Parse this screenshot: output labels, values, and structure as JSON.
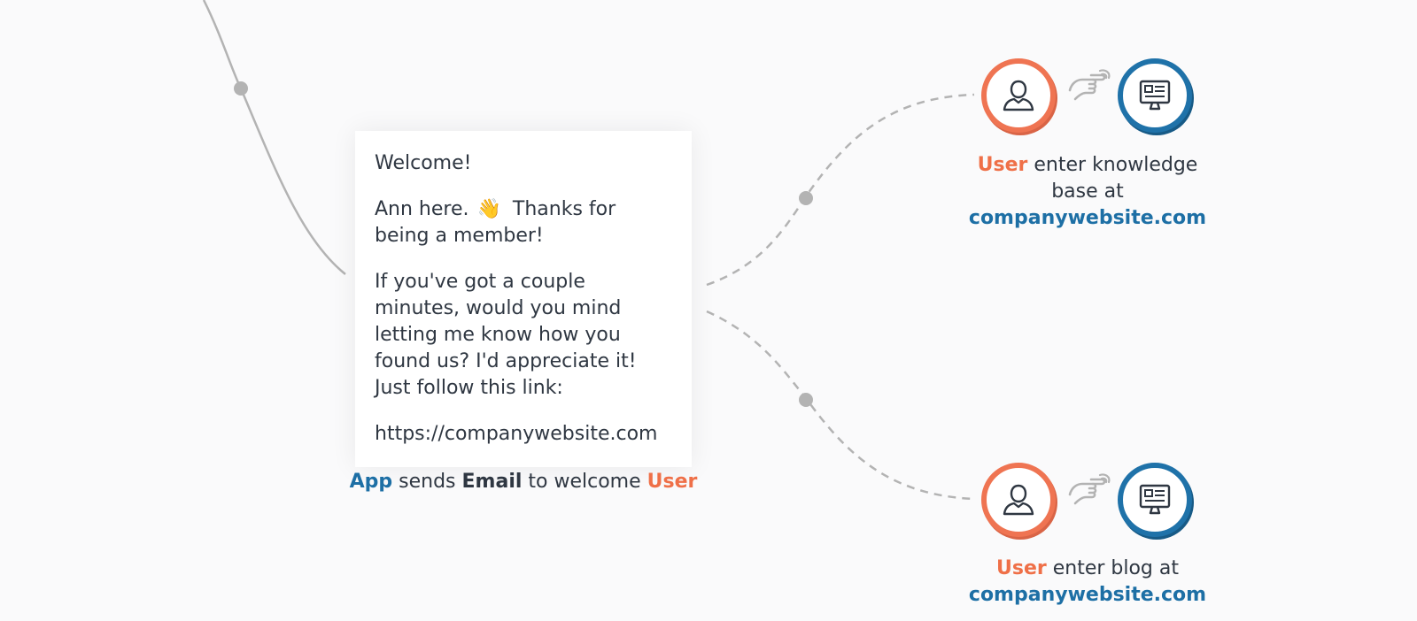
{
  "email": {
    "greeting": "Welcome!",
    "line1_pre": "Ann here.",
    "emoji": "👋",
    "line1_post": "Thanks for being a member!",
    "body": "If you've got a couple minutes, would you mind letting me know how you found us? I'd appreciate it! Just follow this link:",
    "link": "https://companywebsite.com"
  },
  "email_caption": {
    "actor": "App",
    "verb": "sends",
    "object": "Email",
    "rest": "to welcome",
    "target": "User"
  },
  "steps": [
    {
      "actor": "User",
      "action": "enter knowledge base at",
      "site": "companywebsite.com",
      "user_icon": "user-icon",
      "action_icon": "tap-hand-icon",
      "site_icon": "monitor-icon"
    },
    {
      "actor": "User",
      "action": "enter blog at",
      "site": "companywebsite.com",
      "user_icon": "user-icon",
      "action_icon": "tap-hand-icon",
      "site_icon": "monitor-icon"
    }
  ],
  "colors": {
    "actor_blue": "#1d6fa5",
    "user_orange": "#ef7048",
    "text": "#2f3742",
    "connector": "#b3b3b3"
  }
}
